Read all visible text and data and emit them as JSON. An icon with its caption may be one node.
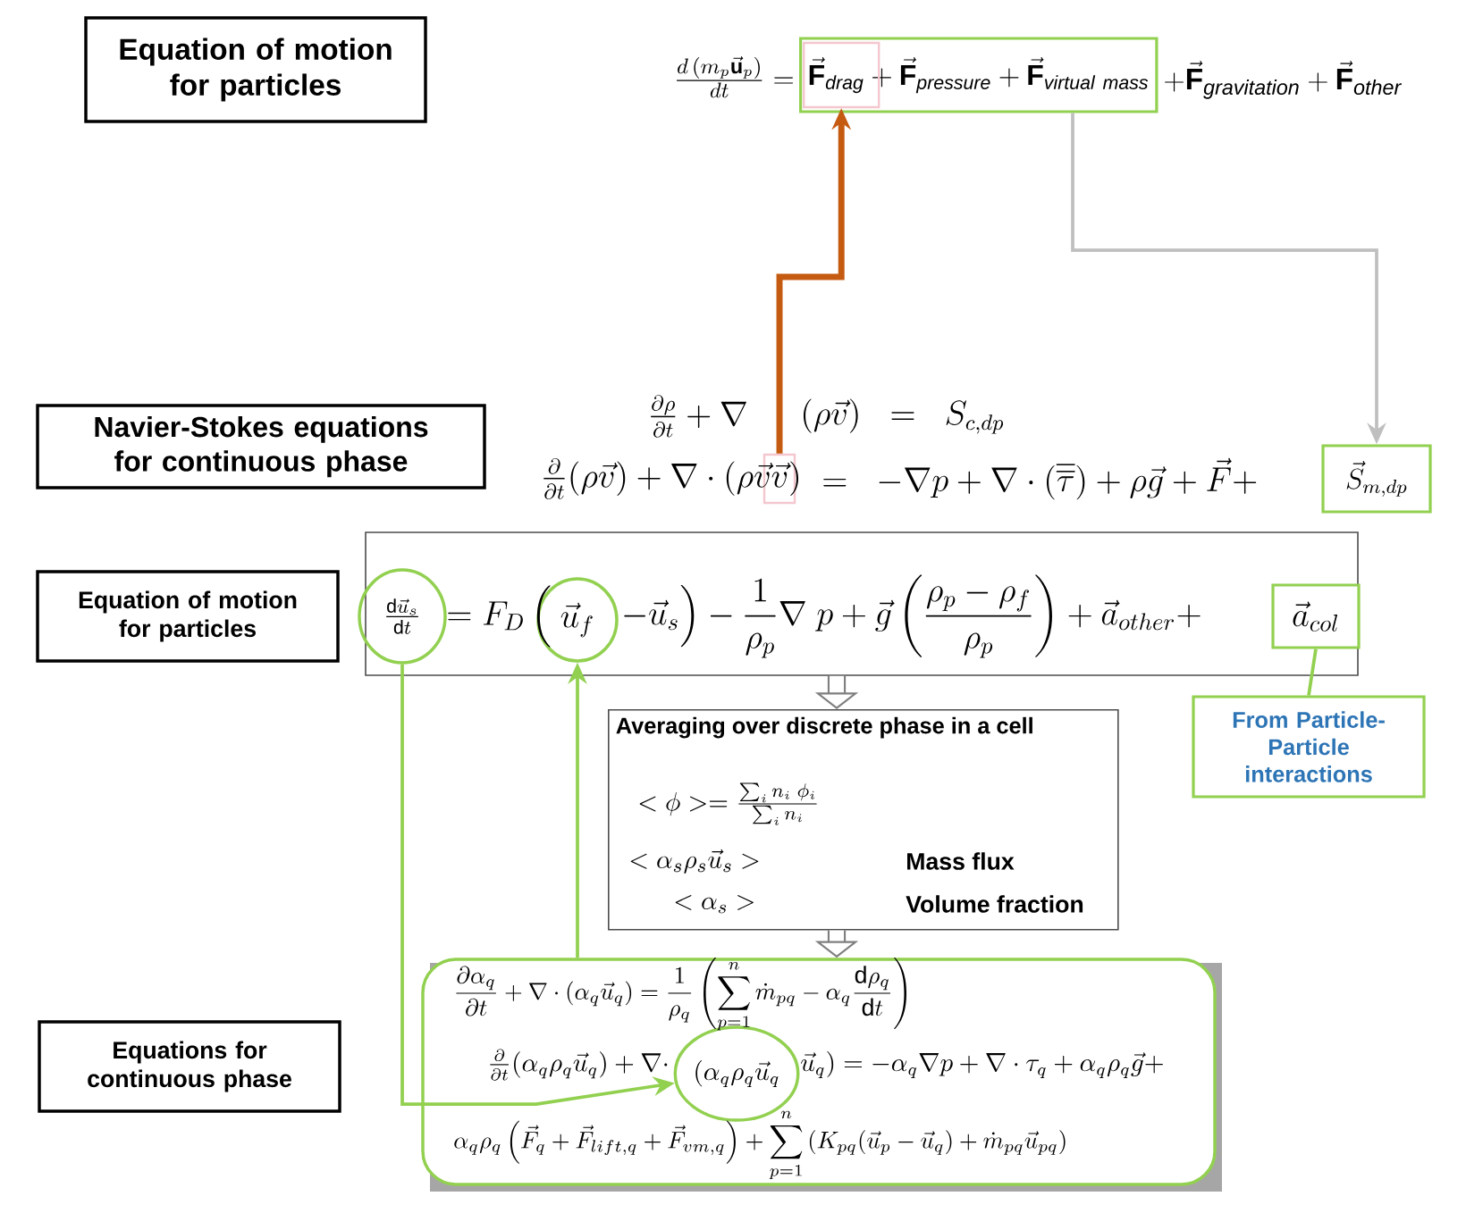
{
  "diagram": {
    "nodes": [
      {
        "text": [
          "Equation of motion for particles"
        ]
      },
      {
        "text": [
          "\\vec{\\mathbf{F}}_{\\mathit{drag}}+\\vec{\\mathbf{F}}_{\\mathit{pressure}}+\\vec{\\mathbf{F}}_{\\mathit{virtual\\ mass}}"
        ]
      },
      {
        "text": [],
        "shape": "box",
        "in": 1
      },
      {
        "text": [
          "Navier-Stokes equations for continuous phase"
        ]
      },
      {
        "text": [],
        "shape": "box"
      },
      {
        "text": [
          "\\vec{S}_{m,dp}"
        ]
      },
      {
        "text": [
          "Equation of motion for particles"
        ]
      },
      {
        "text": [],
        "shape": "box"
      },
      {
        "text": [
          "\\frac{\\mathrm{d}\\vec{u}_s}{\\mathrm{d}t}"
        ],
        "in": 7
      },
      {
        "text": [
          "\\vec{u}_f"
        ],
        "in": 7
      },
      {
        "text": [
          "\\vec{a}_{col}"
        ],
        "in": 7
      },
      {
        "text": [
          "From Particle-Particle interactions"
        ]
      },
      {
        "text": [
          "Averaging over discrete phase in a cell"
        ]
      },
      {
        "text": [
          "Equations for continuous phase"
        ]
      },
      {
        "text": [],
        "shape": "box"
      },
      {
        "text": [
          "(\\alpha_q\\rho_q\\vec{u}_q"
        ],
        "in": 14
      }
    ],
    "edges": [
      {
        "from": 4,
        "to": 2,
        "arrow": "to",
        "style": "thick",
        "color": "#c55a11"
      },
      {
        "from": 1,
        "to": 5,
        "arrow": "to",
        "color": "#bfbfbf"
      },
      {
        "from": 10,
        "to": 11,
        "arrow": "none"
      },
      {
        "from": 7,
        "to": 12,
        "arrow": "to",
        "style": "thick",
        "color": "#7f7f7f"
      },
      {
        "from": 12,
        "to": 14,
        "arrow": "to",
        "style": "thick",
        "color": "#7f7f7f"
      },
      {
        "from": 8,
        "to": 15,
        "arrow": "to"
      },
      {
        "from": 14,
        "to": 9,
        "arrow": "to"
      }
    ],
    "labels": [
      "\\frac{d\\,(m_p\\vec{\\mathbf{u}}_p)}{dt}=",
      "+\\vec{\\mathbf{F}}_{\\mathit{gravitation}}+\\vec{\\mathbf{F}}_{\\mathit{other}}",
      "\\frac{\\partial\\rho}{\\partial t}+\\nabla",
      "(\\rho\\vec{v})\\;\\;=\\;\\;S_{c,dp}",
      "\\frac{\\partial}{\\partial t}(\\rho\\vec{v})+\\nabla\\cdot(\\rho\\vec{v}\\vec{v})",
      "=\\;\\;-\\nabla p+\\nabla\\cdot(\\overline{\\overline{\\tau}})+\\rho\\vec{g}+\\vec{F}+",
      "=F_D\\,\\Big(",
      "-\\vec{u}_s\\Big)-\\frac{1}{\\rho_p}\\nabla\\;p+\\vec{g}\\left(\\frac{\\rho_p-\\rho_f}{\\rho_p}\\right)+\\vec{a}_{other}+",
      "<\\phi>=\\frac{\\sum_i n_i\\;\\phi_i}{\\sum_i n_i}",
      "<\\alpha_s\\rho_s\\vec{u}_s>",
      "Mass flux",
      "<\\alpha_s>",
      "Volume fraction",
      "\\frac{\\partial\\alpha_q}{\\partial t}+\\nabla\\cdot(\\alpha_q\\vec{u}_q)=\\frac{1}{\\rho_q}\\left(\\sum_{p=1}^{n}\\dot{m}_{pq}-\\alpha_q\\frac{\\mathrm{d}\\rho_q}{\\mathrm{d}t}\\right)",
      "\\frac{\\partial}{\\partial t}(\\alpha_q\\rho_q\\vec{u}_q)+\\nabla\\cdot",
      "\\vec{u}_q)=-\\alpha_q\\nabla p+\\nabla\\cdot\\tau_q+\\alpha_q\\rho_q\\vec{g}+",
      "\\alpha_q\\rho_q\\left(\\vec{F}_q+\\vec{F}_{lift,q}+\\vec{F}_{vm,q}\\right)+\\sum_{p=1}^{n}\\left(K_{pq}(\\vec{u}_p-\\vec{u}_q)+\\dot{m}_{pq}\\vec{u}_{pq}\\right)"
    ]
  }
}
